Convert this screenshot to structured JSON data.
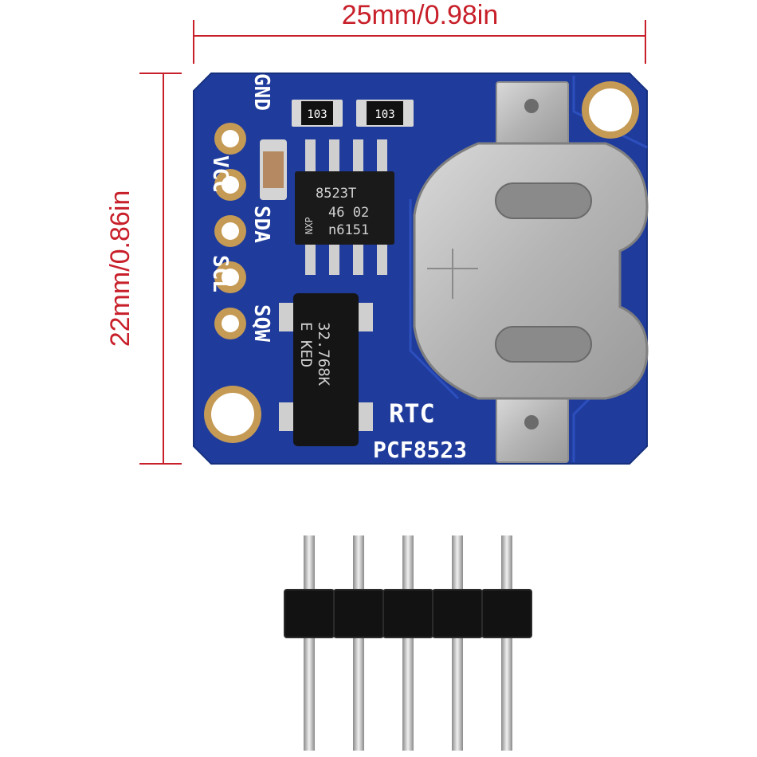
{
  "dimensions": {
    "width_label": "25mm/0.98in",
    "height_label": "22mm/0.86in",
    "line_color": "#c8202a"
  },
  "board": {
    "pcb_color": "#1f3c9c",
    "pad_color": "#c49a55",
    "pin_labels": [
      "GND",
      "VCC",
      "SDA",
      "SCL",
      "SQW"
    ],
    "resistor_1": "103",
    "resistor_2": "103",
    "ic_line1": "8523T",
    "ic_line2": "46 02",
    "ic_line3": "n6151",
    "ic_brand": "NXP",
    "crystal_line1": "32.768K",
    "crystal_line2": "E KED",
    "title": "RTC",
    "subtitle": "PCF8523"
  },
  "header": {
    "pin_count": 5
  }
}
